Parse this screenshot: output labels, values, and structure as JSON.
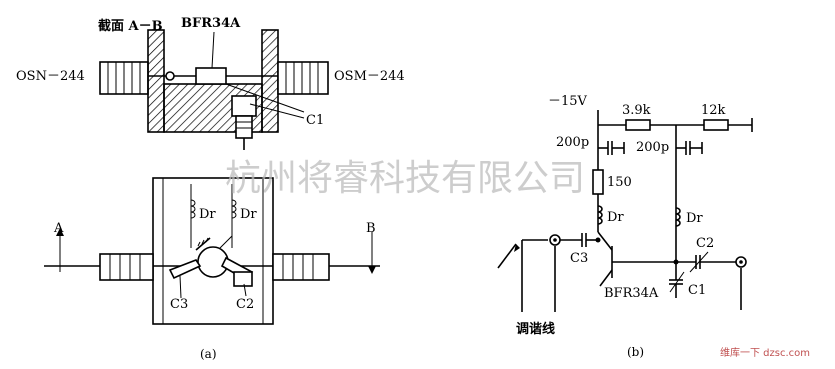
{
  "figure_a": {
    "section_title": "截面 A－B",
    "transistor": "BFR34A",
    "left_connector": "OSN－244",
    "right_connector": "OSM－244",
    "c1": "C1",
    "dr_left": "Dr",
    "dr_right": "Dr",
    "label_a": "A",
    "label_b": "B",
    "c3": "C3",
    "c2": "C2",
    "caption": "(a)"
  },
  "figure_b": {
    "supply": "－15V",
    "r1": "3.9k",
    "r2": "12k",
    "cap_left": "200p",
    "cap_right": "200p",
    "r3": "150",
    "dr_left": "Dr",
    "dr_right": "Dr",
    "c3": "C3",
    "c2": "C2",
    "transistor": "BFR34A",
    "c1": "C1",
    "tuning_line": "调谐线",
    "caption": "(b)"
  },
  "watermark": {
    "text": "杭州将睿科技有限公司",
    "site": "维库一下 dzsc.com"
  }
}
